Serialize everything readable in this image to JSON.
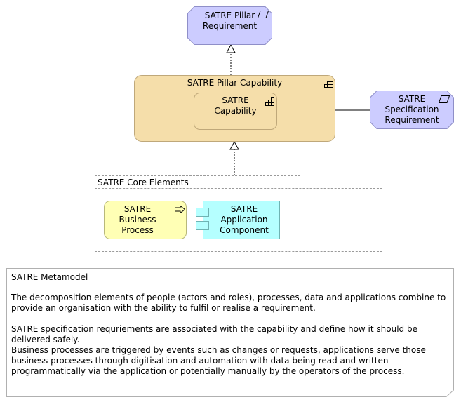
{
  "diagram": {
    "pillar_requirement": {
      "label": "SATRE Pillar\nRequirement",
      "icon": "requirement-icon",
      "color": "#ccccff"
    },
    "specification_requirement": {
      "label": "SATRE\nSpecification\nRequirement",
      "icon": "requirement-icon",
      "color": "#ccccff"
    },
    "pillar_capability": {
      "label": "SATRE Pillar Capability",
      "icon": "capability-icon",
      "color": "#f5deaa"
    },
    "capability": {
      "label": "SATRE\nCapability",
      "icon": "capability-icon",
      "color": "#f5deaa"
    },
    "core_elements": {
      "label": "SATRE Core Elements"
    },
    "business_process": {
      "label": "SATRE\nBusiness\nProcess",
      "icon": "process-arrow-icon",
      "color": "#ffffb5"
    },
    "application_component": {
      "label": "SATRE\nApplication\nComponent",
      "icon": "component-icon",
      "color": "#b5ffff"
    }
  },
  "note": {
    "title": "SATRE Metamodel",
    "paragraph_1": "The decomposition elements of people (actors and roles), processes, data and applications combine to provide an organisation with the ability to fulfil or realise a requirement.",
    "paragraph_2": "SATRE specification requriements are associated with the capability and define how it should be delivered safely.",
    "paragraph_3": "Business processes are triggered by events such as changes or requests, applications serve those business processes through digitisation and automation with data being read and written programmatically via the application or potentially manually by the operators of the process."
  }
}
